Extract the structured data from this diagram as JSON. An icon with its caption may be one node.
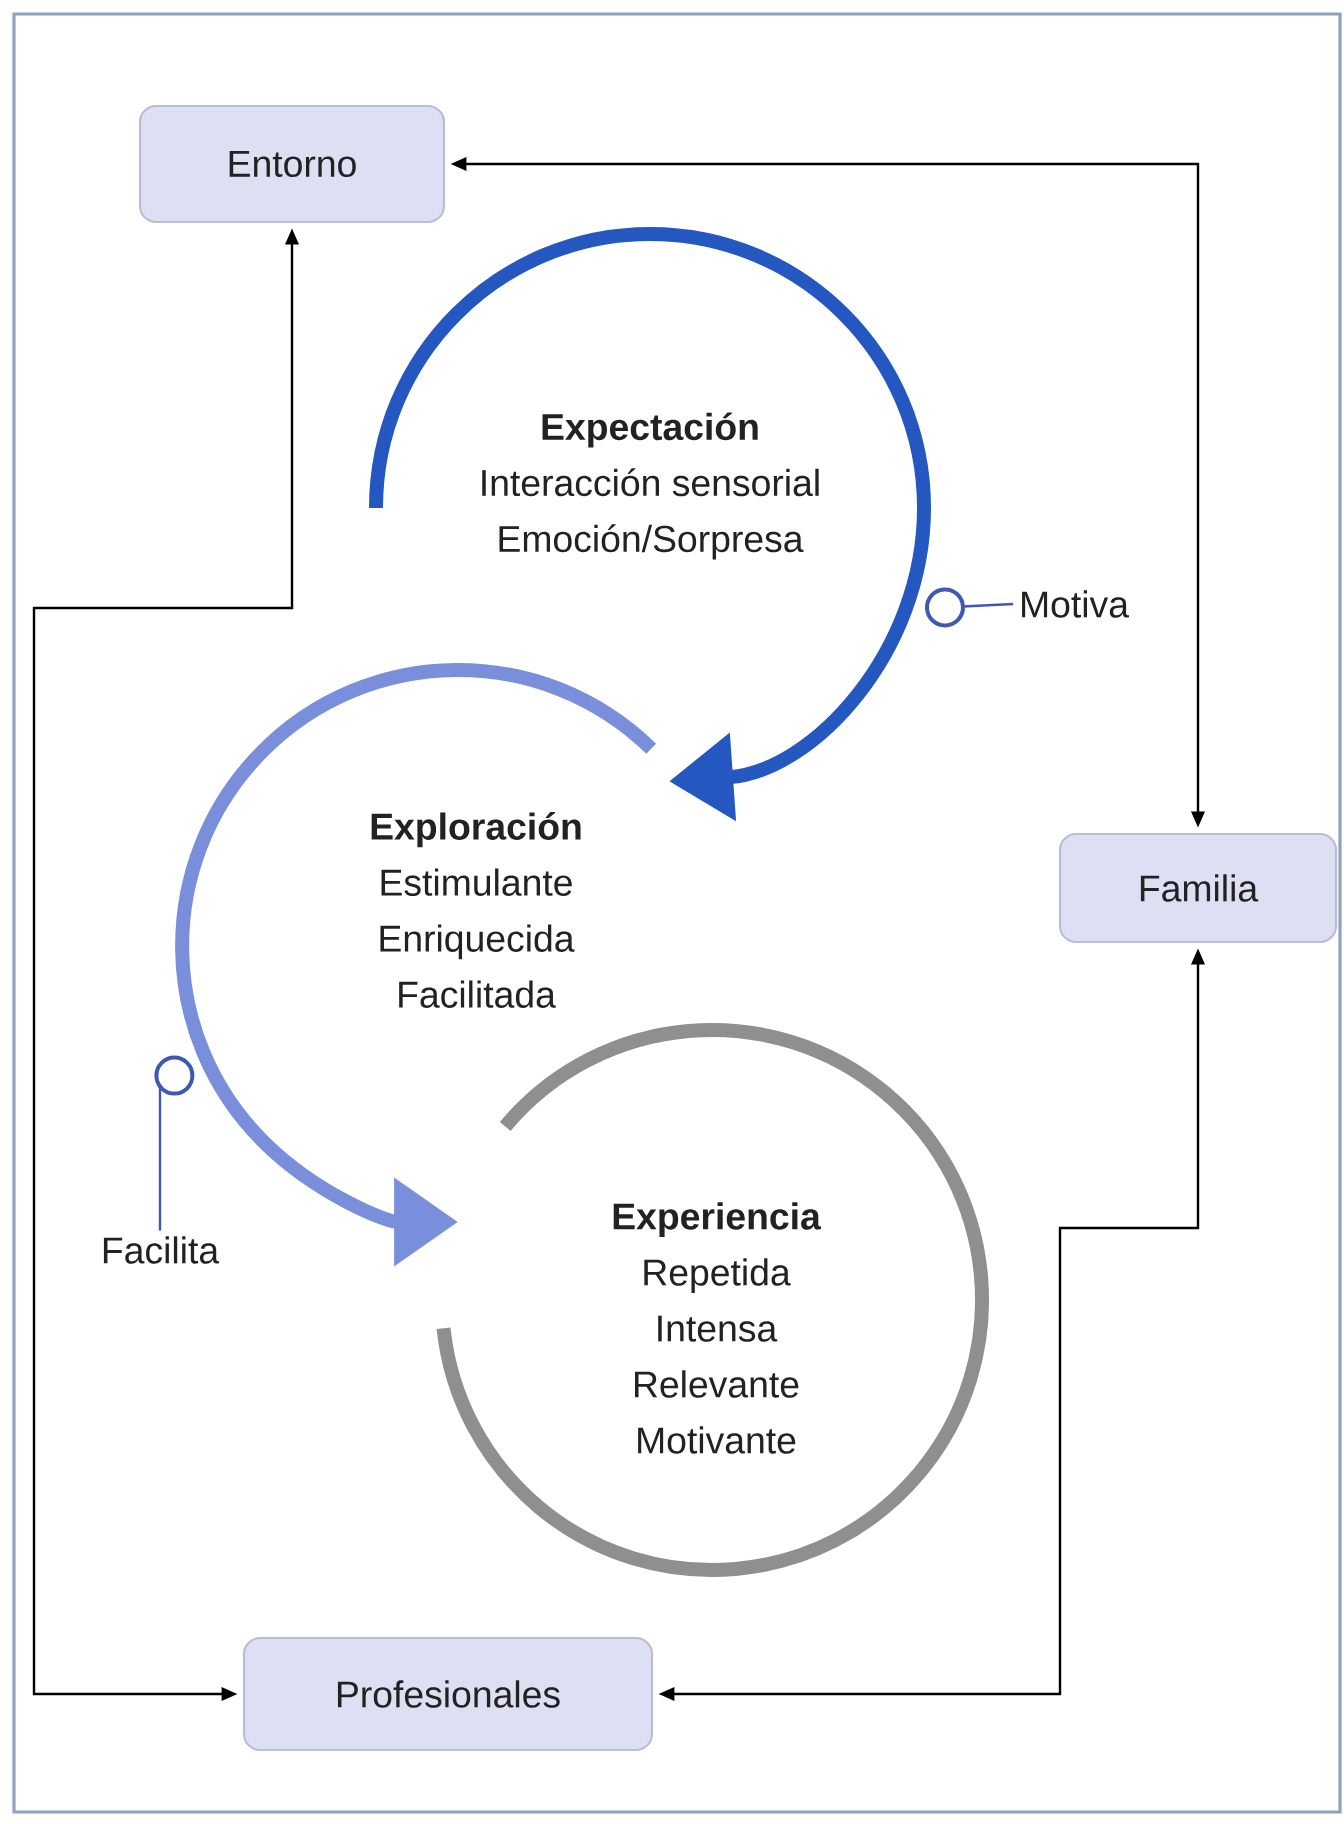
{
  "diagram": {
    "nodes": [
      {
        "text": [
          "Entorno"
        ]
      },
      {
        "text": [
          "Familia"
        ]
      },
      {
        "text": [
          "Profesionales"
        ]
      },
      {
        "text": [
          "Expectación",
          "Interacción sensorial",
          "Emoción/Sorpresa"
        ]
      },
      {
        "text": [
          "Exploración",
          "Estimulante",
          "Enriquecida",
          "Facilitada"
        ]
      },
      {
        "text": [
          "Experiencia",
          "Repetida",
          "Intensa",
          "Relevante",
          "Motivante"
        ]
      },
      {
        "text": [
          "Motiva"
        ]
      },
      {
        "text": [
          "Facilita"
        ]
      }
    ],
    "edges": [
      {
        "from": 0,
        "to": 1,
        "arrow": "both"
      },
      {
        "from": 0,
        "to": 2,
        "arrow": "both"
      },
      {
        "from": 1,
        "to": 2,
        "arrow": "both"
      },
      {
        "from": 3,
        "to": 4,
        "arrow": "to",
        "style": "thick",
        "color": "#2458c0"
      },
      {
        "from": 4,
        "to": 5,
        "arrow": "to",
        "style": "thick",
        "color": "#7a8fdb"
      },
      {
        "from": 6,
        "to": null,
        "arrow": "other",
        "color": "#3f58b0"
      },
      {
        "from": 7,
        "to": null,
        "arrow": "other",
        "color": "#3f58b0"
      }
    ]
  }
}
